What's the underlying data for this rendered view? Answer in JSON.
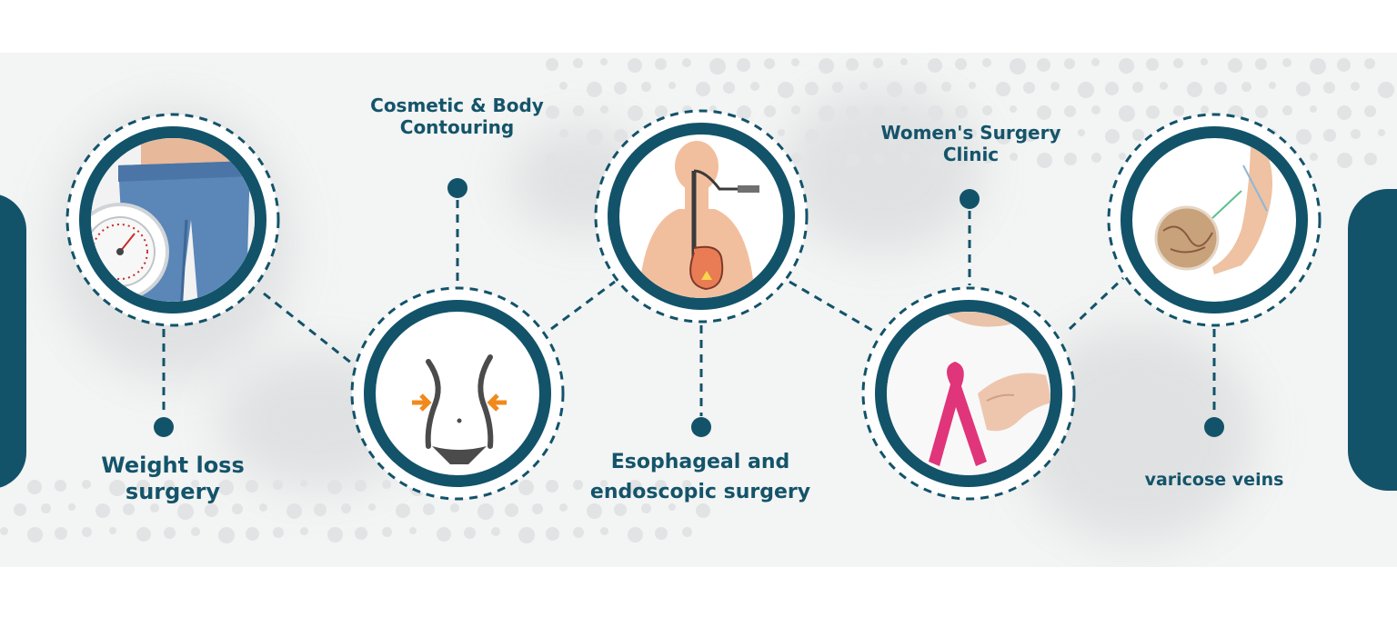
{
  "colors": {
    "brand": "#12536a",
    "background": "#f3f4f4"
  },
  "services": [
    {
      "label": "Weight loss\nsurgery",
      "icon": "weight-scale-jeans-icon"
    },
    {
      "label": "Cosmetic & Body\nContouring",
      "icon": "body-contour-icon"
    },
    {
      "label": "Esophageal and\nendoscopic surgery",
      "icon": "endoscopy-stomach-icon"
    },
    {
      "label": "Women's Surgery\nClinic",
      "icon": "pink-ribbon-icon"
    },
    {
      "label": "varicose veins",
      "icon": "varicose-leg-icon"
    }
  ]
}
